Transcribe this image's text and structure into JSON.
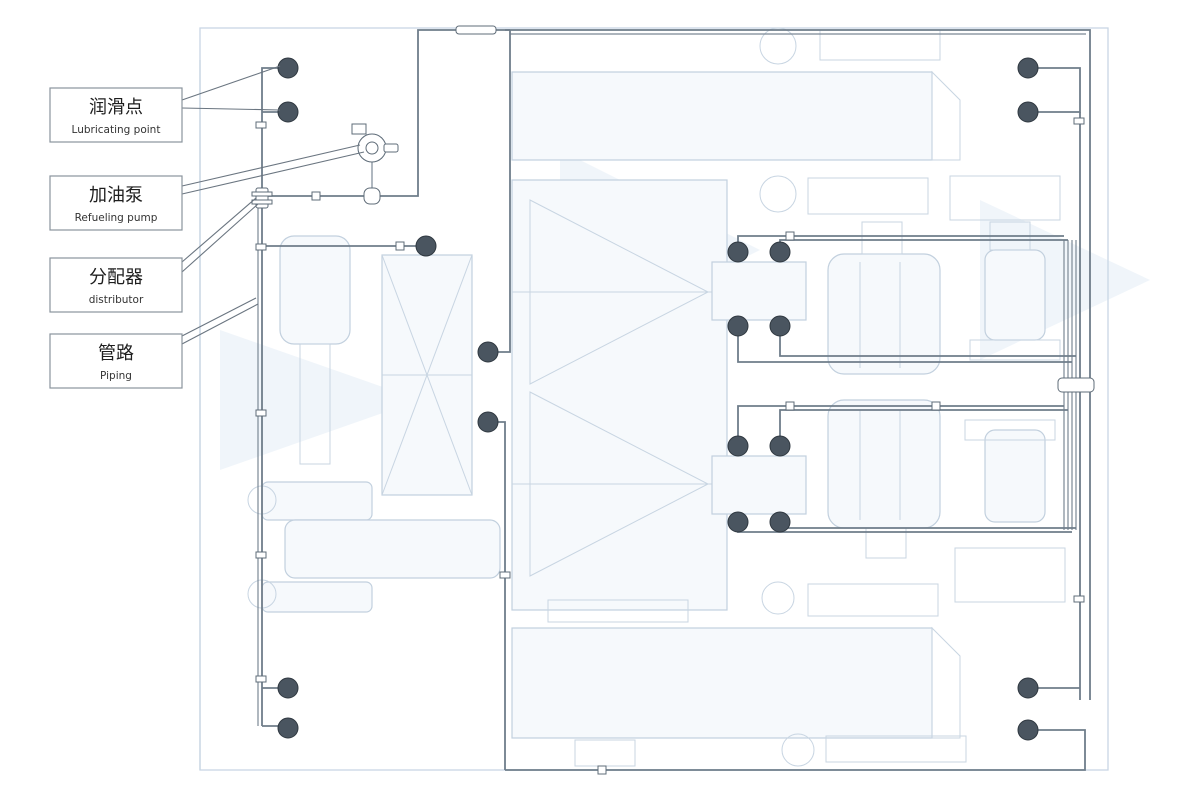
{
  "callouts": [
    {
      "id": "lubricating-point",
      "main": "润滑点",
      "sub": "Lubricating point"
    },
    {
      "id": "refueling-pump",
      "main": "加油泵",
      "sub": "Refueling pump"
    },
    {
      "id": "distributor",
      "main": "分配器",
      "sub": "distributor"
    },
    {
      "id": "piping",
      "main": "管路",
      "sub": "Piping"
    }
  ],
  "colors": {
    "point_fill": "#4a5560",
    "pipe": "#6f7d8a",
    "equipment_outline": "#c2d0de"
  }
}
